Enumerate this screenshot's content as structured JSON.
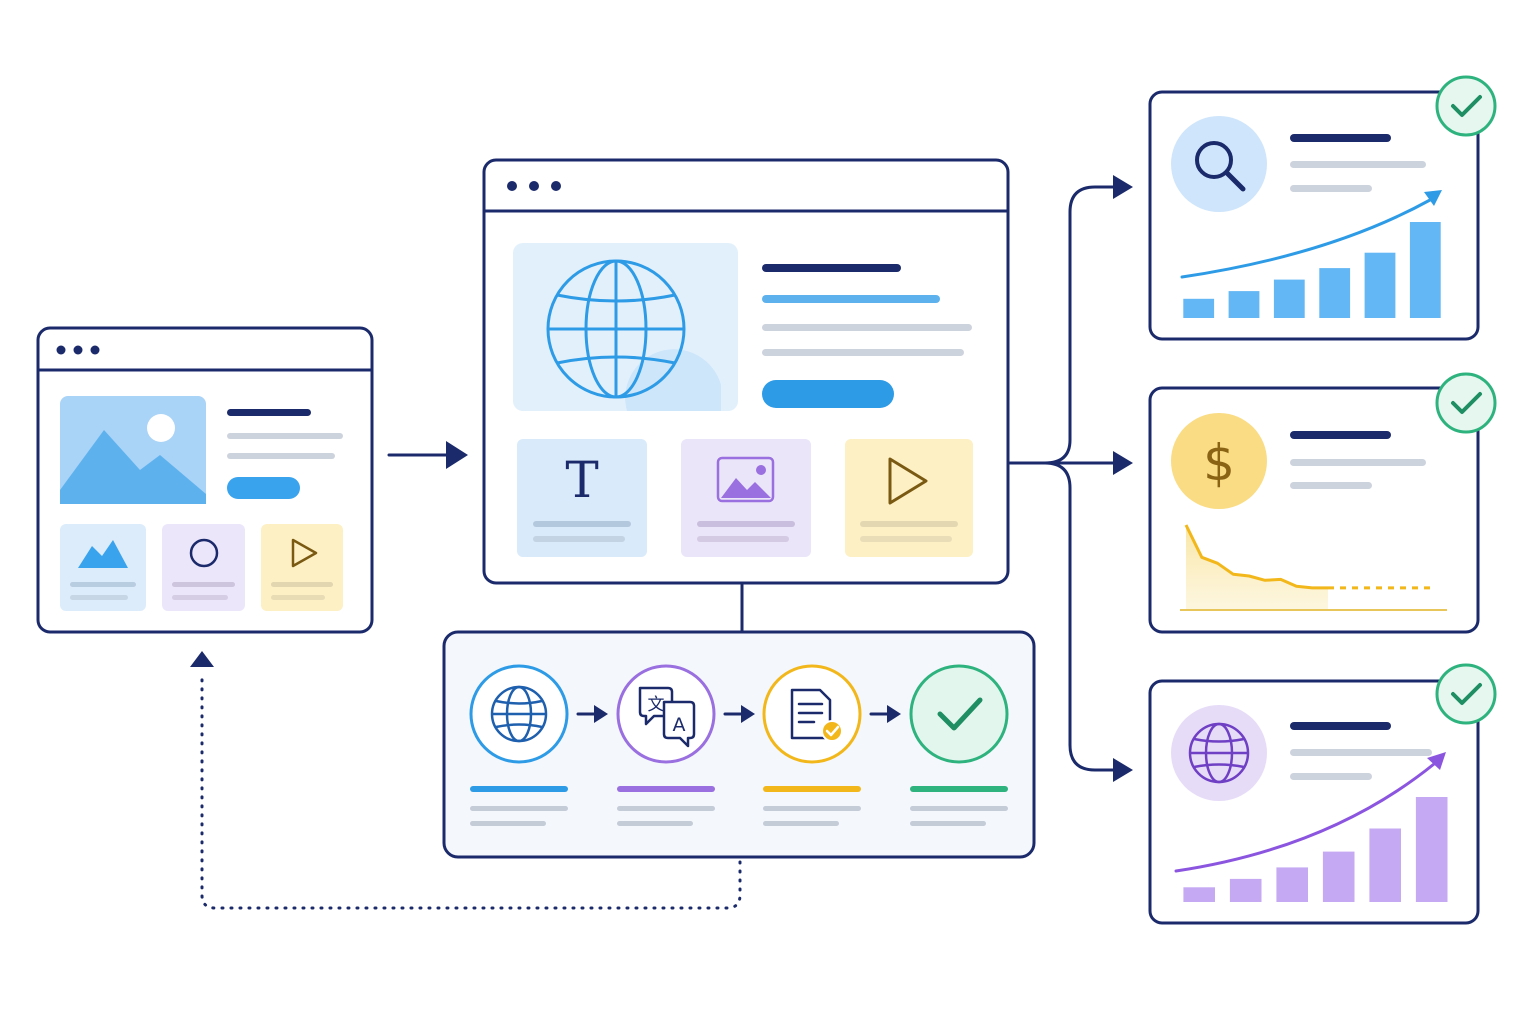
{
  "colors": {
    "navy": "#1b2a6b",
    "blue": "#2e9be6",
    "light_blue": "#dcecfb",
    "purple": "#9a6fe0",
    "light_purple": "#ece6fa",
    "yellow": "#f2b71b",
    "light_yellow": "#fdf0c4",
    "green": "#2fb37e",
    "light_green": "#e3f6ee",
    "gray_line": "#cdd3dd"
  },
  "source_window": {
    "hero_icon": "landscape-image-icon",
    "tiles": [
      {
        "icon": "mountain-icon",
        "color": "blue"
      },
      {
        "icon": "circle-icon",
        "color": "purple"
      },
      {
        "icon": "play-icon",
        "color": "yellow"
      }
    ]
  },
  "main_window": {
    "hero_icon": "globe-icon",
    "tiles": [
      {
        "icon": "text-icon",
        "glyph": "T",
        "color": "blue"
      },
      {
        "icon": "image-icon",
        "color": "purple"
      },
      {
        "icon": "play-icon",
        "color": "yellow"
      }
    ]
  },
  "pipeline": {
    "steps": [
      {
        "icon": "globe-icon",
        "color": "blue"
      },
      {
        "icon": "translate-icon",
        "glyphs": [
          "文",
          "A"
        ],
        "color": "purple"
      },
      {
        "icon": "document-check-icon",
        "color": "yellow"
      },
      {
        "icon": "checkmark-icon",
        "color": "green"
      }
    ]
  },
  "outcome_cards": [
    {
      "icon": "search-icon",
      "theme": "blue",
      "trend": "up",
      "bars": [
        0.2,
        0.28,
        0.4,
        0.52,
        0.68,
        1.0
      ]
    },
    {
      "icon": "dollar-icon",
      "glyph": "$",
      "theme": "yellow",
      "trend": "down",
      "area": [
        1.0,
        0.62,
        0.55,
        0.42,
        0.4,
        0.35,
        0.36,
        0.28,
        0.26,
        0.26
      ]
    },
    {
      "icon": "globe-icon",
      "theme": "purple",
      "trend": "up",
      "bars": [
        0.14,
        0.22,
        0.33,
        0.48,
        0.7,
        1.0
      ]
    }
  ]
}
